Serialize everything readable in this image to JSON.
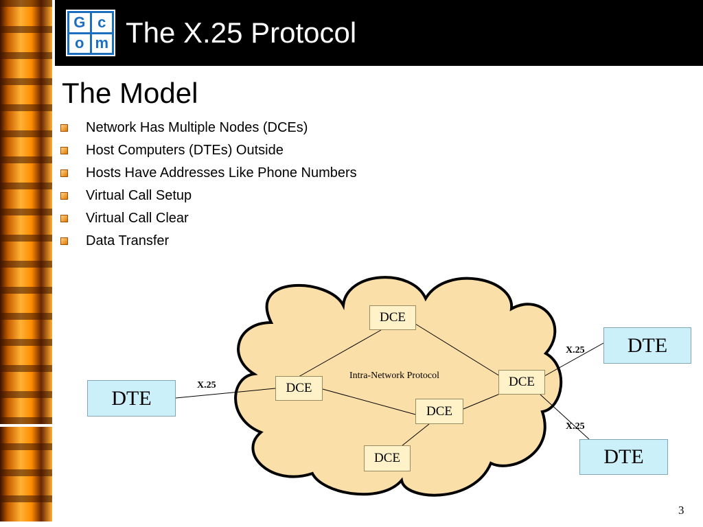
{
  "header": {
    "title": "The X.25 Protocol",
    "logo_letters": [
      "G",
      "c",
      "o",
      "m"
    ]
  },
  "slide": {
    "subtitle": "The Model",
    "bullets": [
      "Network Has Multiple Nodes (DCEs)",
      "Host Computers (DTEs) Outside",
      "Hosts Have Addresses Like Phone Numbers",
      "Virtual Call Setup",
      "Virtual Call Clear",
      "Data Transfer"
    ],
    "page_number": "3"
  },
  "diagram": {
    "cloud_label": "Intra-Network Protocol",
    "dce_label": "DCE",
    "dte_label": "DTE",
    "link_label": "X.25"
  },
  "colors": {
    "header_bg": "#000000",
    "cloud_fill": "#fbdfa8",
    "dce_fill": "#fff2c8",
    "dte_fill": "#ccf0fa",
    "accent": "#ff8c00"
  }
}
